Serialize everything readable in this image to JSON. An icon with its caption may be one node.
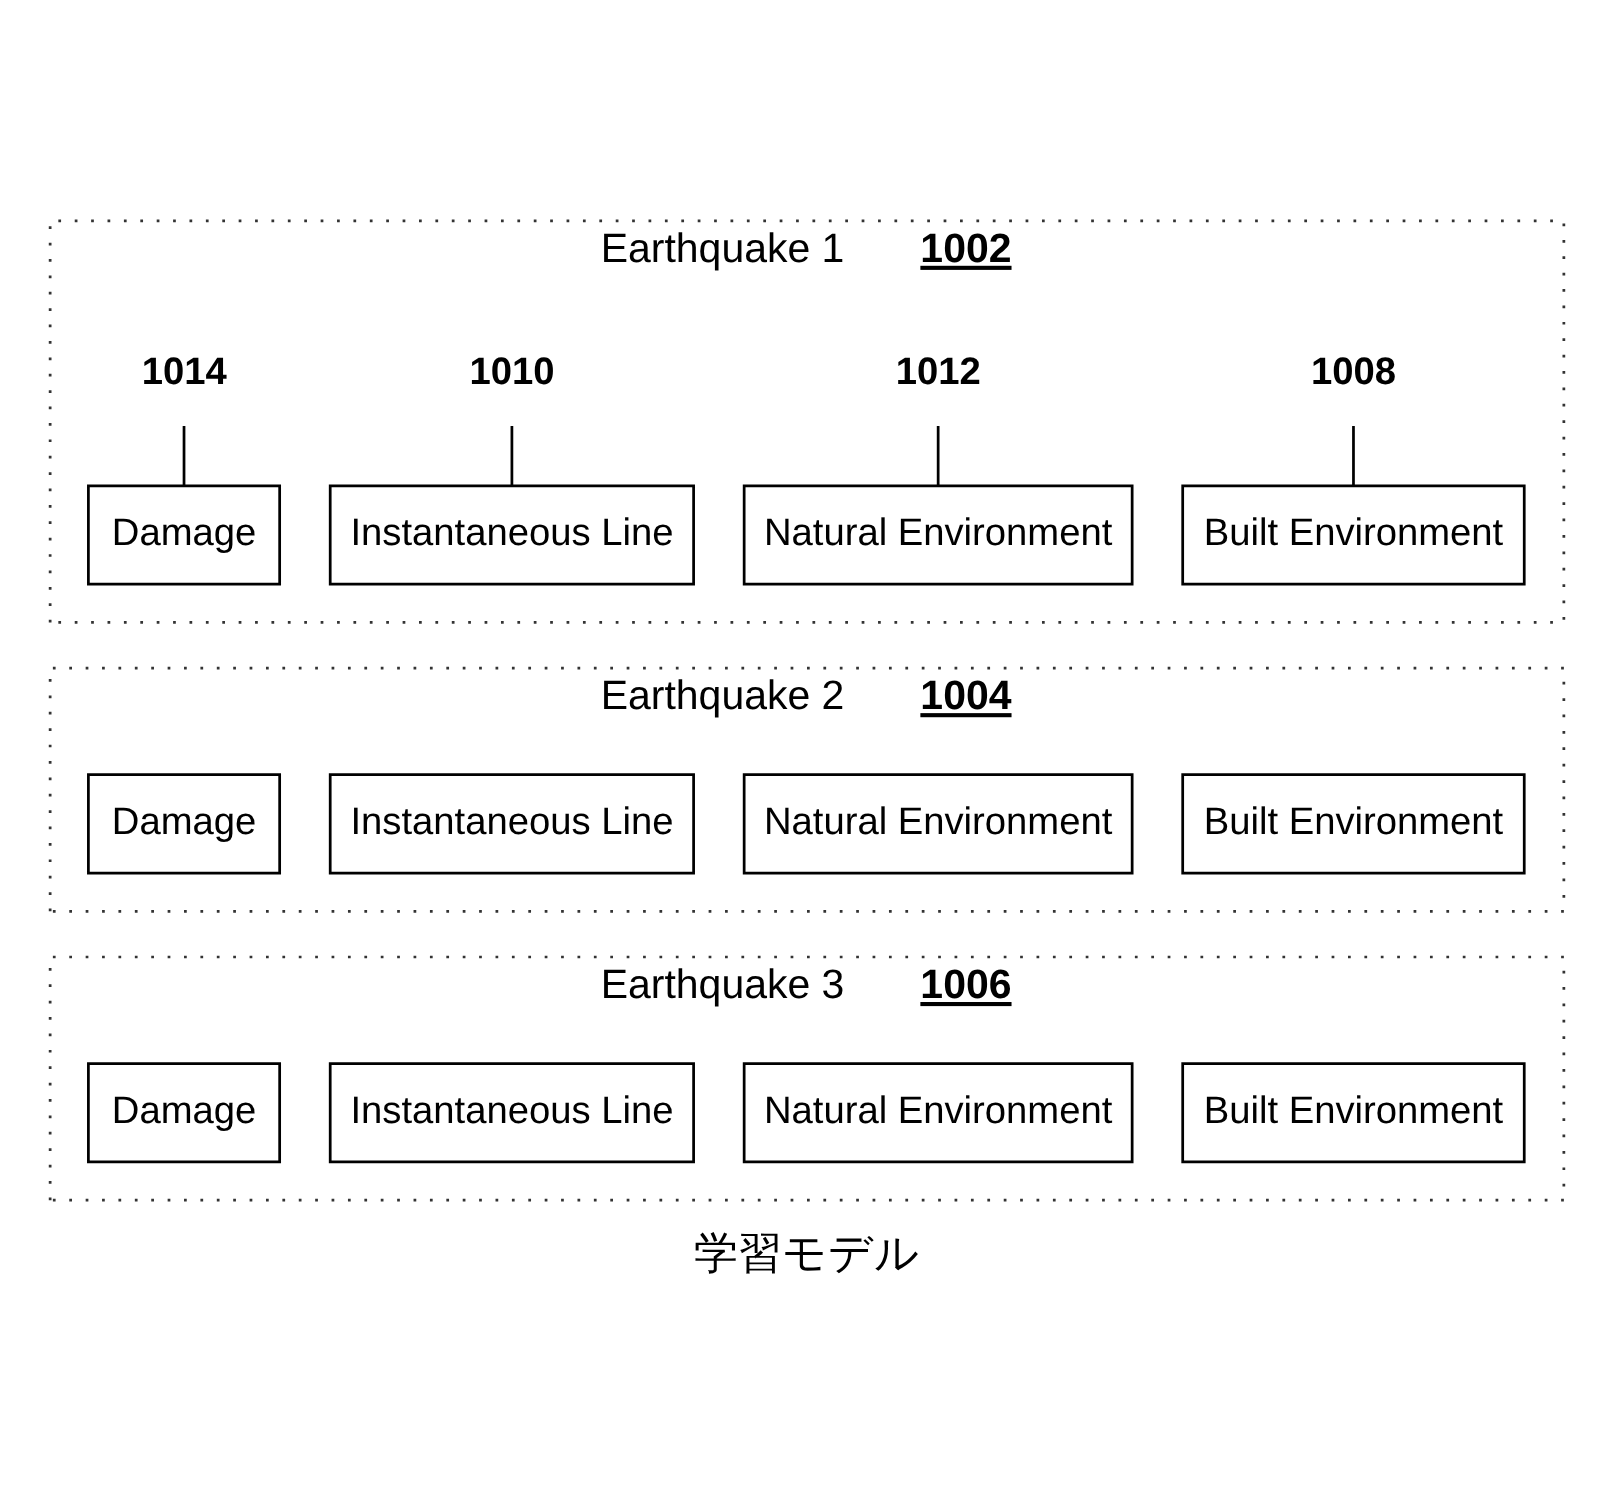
{
  "diagram": {
    "caption": "学習モデル",
    "nodes": [
      {
        "text": [
          "Earthquake 1",
          "1002"
        ]
      },
      {
        "text": [
          "Built Environment"
        ],
        "in": 0
      },
      {
        "text": [
          "Natural Environment"
        ],
        "in": 0
      },
      {
        "text": [
          "Instantaneous Line"
        ],
        "in": 0
      },
      {
        "text": [
          "Damage"
        ],
        "in": 0
      },
      {
        "text": [
          "1008"
        ],
        "in": 0
      },
      {
        "text": [
          "1012"
        ],
        "in": 0
      },
      {
        "text": [
          "1010"
        ],
        "in": 0
      },
      {
        "text": [
          "1014"
        ],
        "in": 0
      },
      {
        "text": [
          "Earthquake 2",
          "1004"
        ]
      },
      {
        "text": [
          "Built Environment"
        ],
        "in": 9
      },
      {
        "text": [
          "Natural Environment"
        ],
        "in": 9
      },
      {
        "text": [
          "Instantaneous Line"
        ],
        "in": 9
      },
      {
        "text": [
          "Damage"
        ],
        "in": 9
      },
      {
        "text": [
          "Earthquake 3",
          "1006"
        ]
      },
      {
        "text": [
          "Built Environment"
        ],
        "in": 14
      },
      {
        "text": [
          "Natural Environment"
        ],
        "in": 14
      },
      {
        "text": [
          "Instantaneous Line"
        ],
        "in": 14
      },
      {
        "text": [
          "Damage"
        ],
        "in": 14
      }
    ],
    "edges": [
      {
        "from": 5,
        "to": 1,
        "arrow": "none"
      },
      {
        "from": 6,
        "to": 2,
        "arrow": "none"
      },
      {
        "from": 7,
        "to": 3,
        "arrow": "none"
      },
      {
        "from": 8,
        "to": 4,
        "arrow": "none"
      }
    ]
  }
}
